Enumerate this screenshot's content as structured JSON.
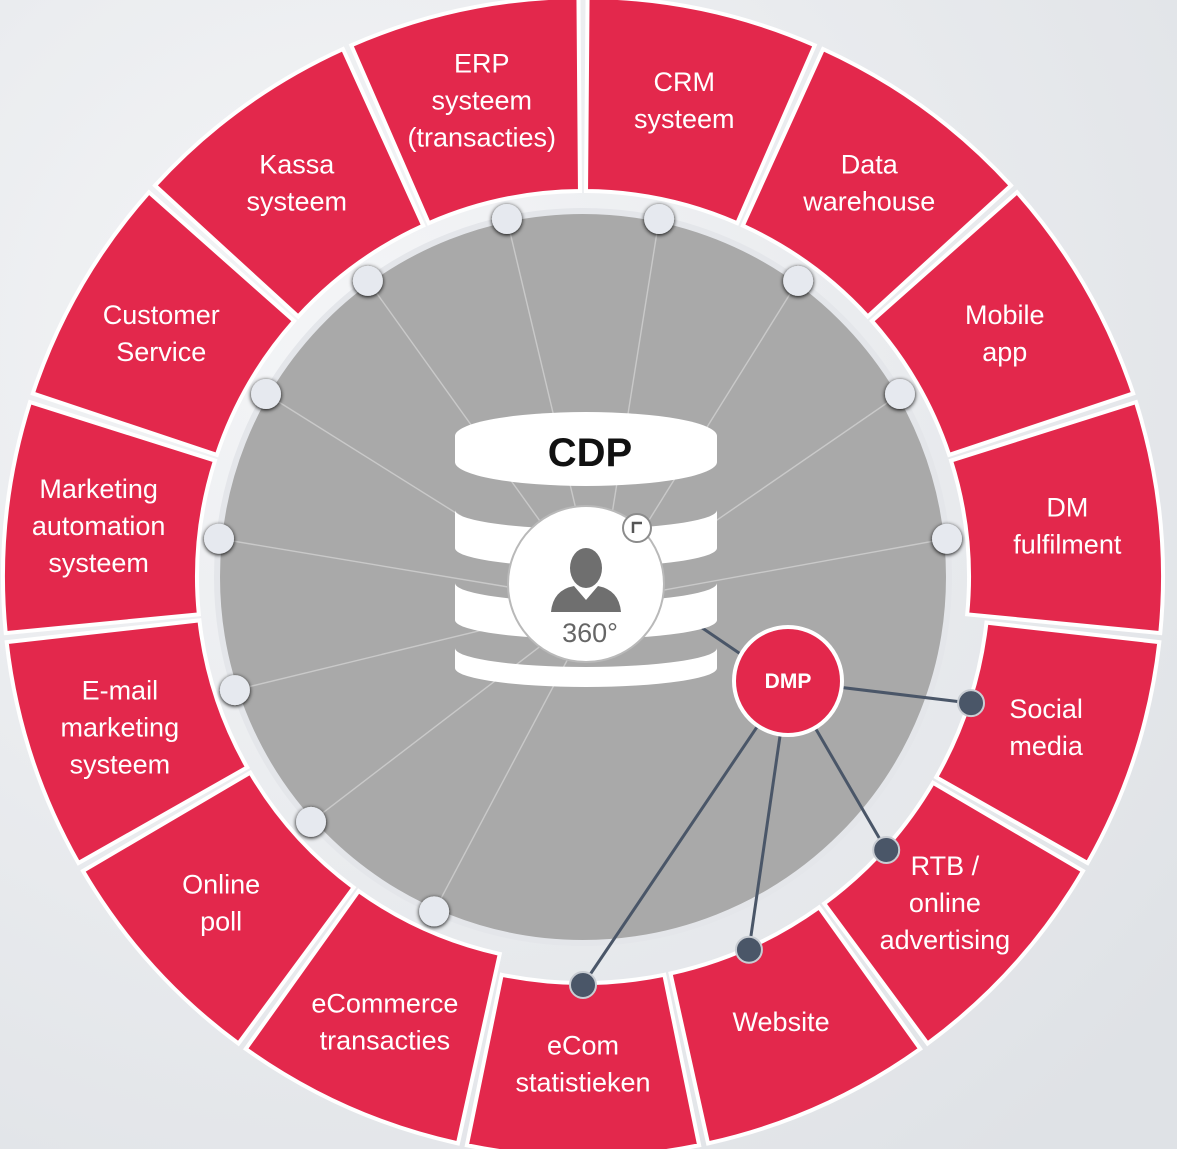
{
  "colors": {
    "segment": "#e3284c",
    "segment_border": "#ffffff",
    "center_disc": "#a9a9a9",
    "connector_light": "#e6e9ef",
    "connector_dark": "#4a5668",
    "dmp": "#e3284c",
    "background": "#e9ebee"
  },
  "center": {
    "title": "CDP",
    "profile_label": "360°",
    "icons": [
      "database-icon",
      "user-icon",
      "expand-icon"
    ]
  },
  "dmp": {
    "label": "DMP"
  },
  "sources": [
    {
      "id": "crm",
      "label": [
        "CRM",
        "systeem"
      ],
      "group": "cdp"
    },
    {
      "id": "data-warehouse",
      "label": [
        "Data",
        "warehouse"
      ],
      "group": "cdp"
    },
    {
      "id": "mobile-app",
      "label": [
        "Mobile",
        "app"
      ],
      "group": "cdp"
    },
    {
      "id": "dm-fulfilment",
      "label": [
        "DM",
        "fulfilment"
      ],
      "group": "cdp"
    },
    {
      "id": "social-media",
      "label": [
        "Social",
        "media"
      ],
      "group": "dmp"
    },
    {
      "id": "rtb",
      "label": [
        "RTB /",
        "online",
        "advertising"
      ],
      "group": "dmp"
    },
    {
      "id": "website",
      "label": [
        "Website"
      ],
      "group": "dmp"
    },
    {
      "id": "ecom-statistieken",
      "label": [
        "eCom",
        "statistieken"
      ],
      "group": "dmp"
    },
    {
      "id": "ecommerce-transacties",
      "label": [
        "eCommerce",
        "transacties"
      ],
      "group": "cdp"
    },
    {
      "id": "online-poll",
      "label": [
        "Online",
        "poll"
      ],
      "group": "cdp"
    },
    {
      "id": "email-marketing",
      "label": [
        "E-mail",
        "marketing",
        "systeem"
      ],
      "group": "cdp"
    },
    {
      "id": "marketing-automation",
      "label": [
        "Marketing",
        "automation",
        "systeem"
      ],
      "group": "cdp"
    },
    {
      "id": "customer-service",
      "label": [
        "Customer",
        "Service"
      ],
      "group": "cdp"
    },
    {
      "id": "kassa",
      "label": [
        "Kassa",
        "systeem"
      ],
      "group": "cdp"
    },
    {
      "id": "erp",
      "label": [
        "ERP",
        "systeem",
        "(transacties)"
      ],
      "group": "cdp"
    }
  ]
}
